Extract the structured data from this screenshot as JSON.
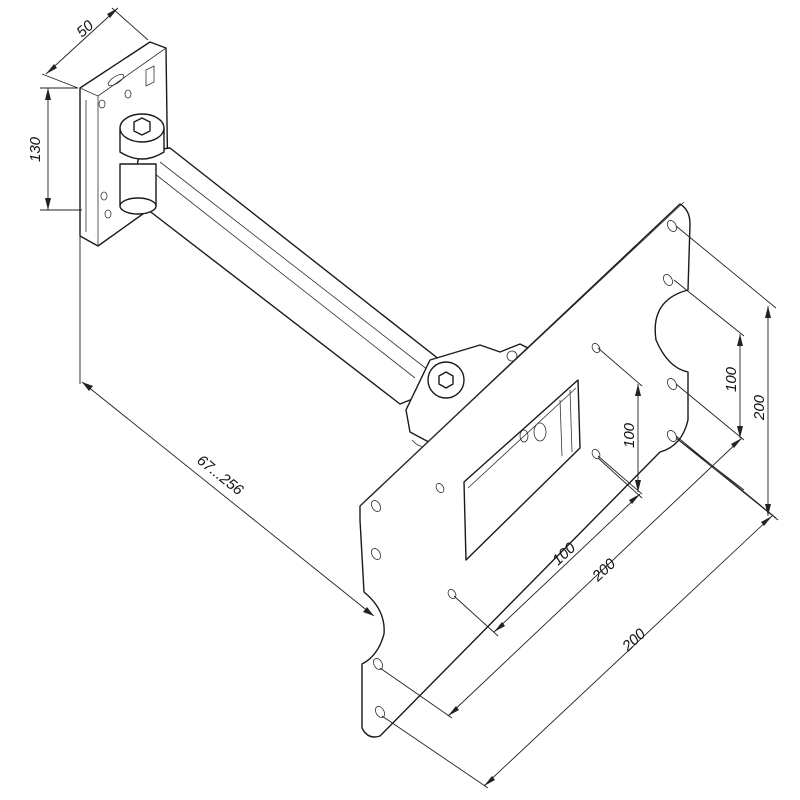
{
  "dimensions": {
    "wall_plate_depth": "50",
    "wall_plate_height": "130",
    "arm_extension": "67...256",
    "vesa_inner_vertical": "100",
    "vesa_inner_horizontal": "100",
    "vesa_outer_vertical": "100",
    "vesa_outer_vertical_right": "200",
    "vesa_mid_horizontal": "200",
    "vesa_outer_horizontal": "200"
  }
}
